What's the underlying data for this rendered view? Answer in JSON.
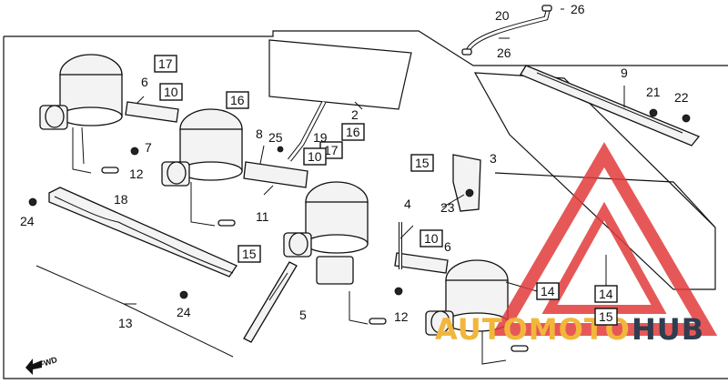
{
  "callouts": {
    "c2": "2",
    "c3": "3",
    "c4": "4",
    "c5": "5",
    "c6a": "6",
    "c6b": "6",
    "c7": "7",
    "c8": "8",
    "c9": "9",
    "c10a": "10",
    "c10b": "10",
    "c10c": "10",
    "c11": "11",
    "c12a": "12",
    "c12b": "12",
    "c13": "13",
    "c14a": "14",
    "c14b": "14",
    "c15a": "15",
    "c15b": "15",
    "c15c": "15",
    "c16a": "16",
    "c16b": "16",
    "c17a": "17",
    "c17b": "17",
    "c18": "18",
    "c19": "19",
    "c20": "20",
    "c21": "21",
    "c22": "22",
    "c23": "23",
    "c24a": "24",
    "c24b": "24",
    "c25": "25",
    "c26a": "26",
    "c26b": "26"
  },
  "direction_marker": "FWD",
  "watermark": {
    "part1": "AUTOMOTO",
    "part2": "HUB",
    "colors": {
      "triangle": "#e23b3b",
      "text_primary": "#f2b63a",
      "text_secondary": "#2f3d4f"
    }
  }
}
